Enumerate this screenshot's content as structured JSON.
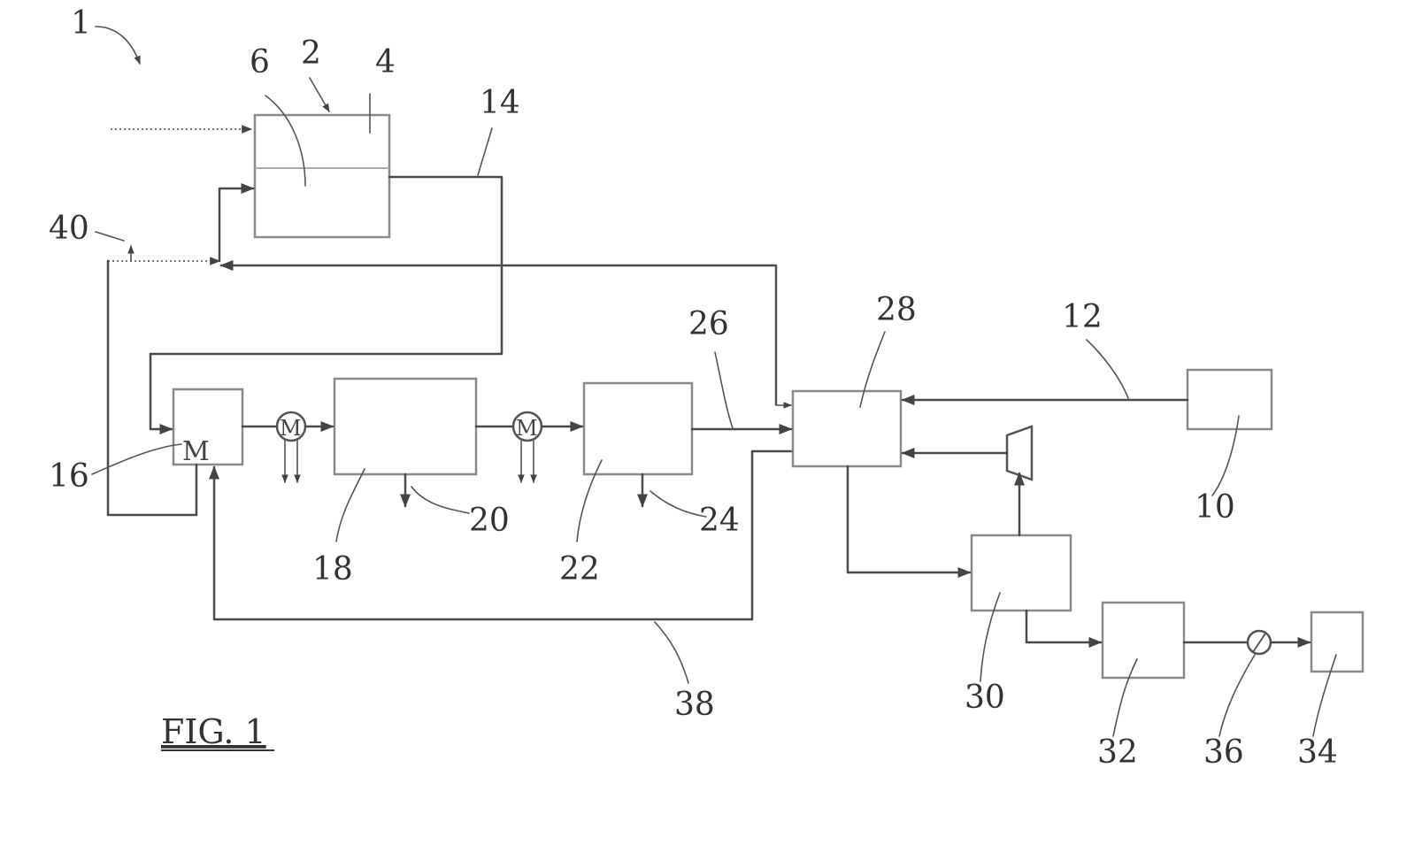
{
  "figure_caption": "FIG. 1",
  "symbols": {
    "mixer_mark": "M",
    "pump_mark": "M"
  },
  "labels": {
    "n1": "1",
    "n2": "2",
    "n4": "4",
    "n6": "6",
    "n10": "10",
    "n12": "12",
    "n14": "14",
    "n16": "16",
    "n18": "18",
    "n20": "20",
    "n22": "22",
    "n24": "24",
    "n26": "26",
    "n28": "28",
    "n30": "30",
    "n32": "32",
    "n34": "34",
    "n36": "36",
    "n38": "38",
    "n40": "40"
  }
}
